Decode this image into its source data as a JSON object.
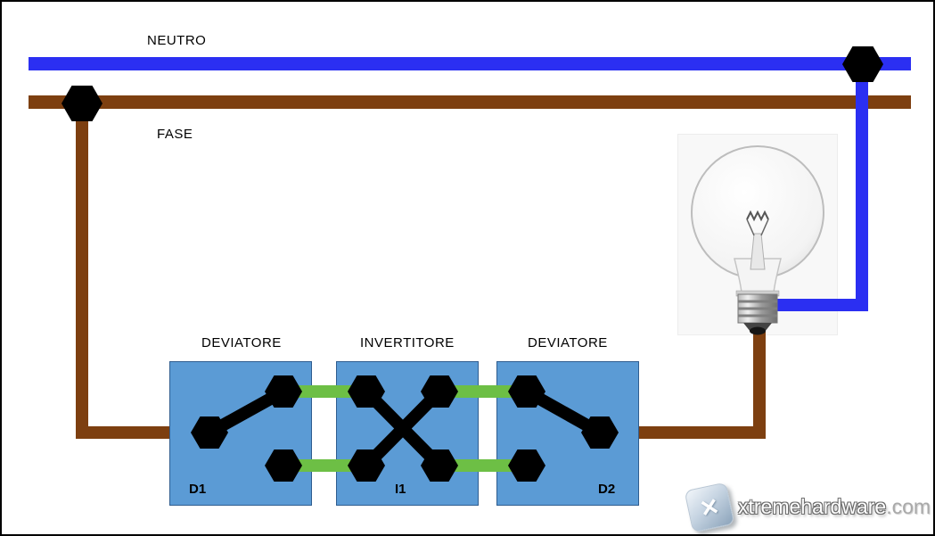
{
  "diagram": {
    "wire_labels": {
      "neutral": "NEUTRO",
      "phase": "FASE"
    },
    "colors": {
      "neutral_wire": "#2b2ff2",
      "phase_wire": "#7d3f10",
      "component_box": "#5b9bd5",
      "connector": "#6dbf45",
      "node": "#000000"
    },
    "components": [
      {
        "id": "D1",
        "label": "DEVIATORE"
      },
      {
        "id": "I1",
        "label": "INVERTITORE"
      },
      {
        "id": "D2",
        "label": "DEVIATORE"
      }
    ],
    "icons": {
      "junction_node": "hexagon-node",
      "terminal_node": "hexagon-terminal",
      "lamp": "incandescent-bulb"
    },
    "watermark": {
      "brand": "xtremehardware",
      "tld": ".com",
      "logo_glyph": "✕"
    }
  }
}
